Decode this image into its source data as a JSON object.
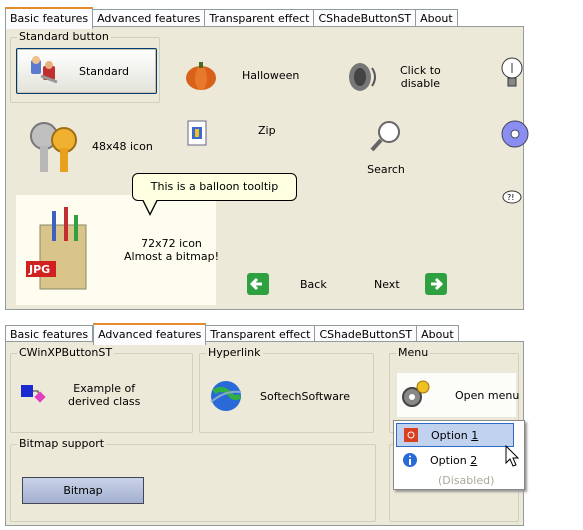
{
  "tabs1": [
    "Basic features",
    "Advanced features",
    "Transparent effect",
    "CShadeButtonST",
    "About"
  ],
  "tabs2": [
    "Basic features",
    "Advanced features",
    "Transparent effect",
    "CShadeButtonST",
    "About"
  ],
  "p1": {
    "group": "Standard button",
    "standard": "Standard",
    "halloween": "Halloween",
    "click1": "Click to",
    "click2": "disable",
    "icon48": "48x48 icon",
    "zip": "Zip",
    "search": "Search",
    "tooltip": "This is a balloon tooltip",
    "icon72a": "72x72 icon",
    "icon72b": "Almost a bitmap!",
    "back": "Back",
    "next": "Next",
    "jpg": "JPG"
  },
  "p2": {
    "g1": "CWinXPButtonST",
    "g2": "Hyperlink",
    "g3": "Menu",
    "g4": "Bitmap support",
    "ex1": "Example of",
    "ex2": "derived class",
    "softech": "SoftechSoftware",
    "openmenu": "Open menu",
    "bitmap": "Bitmap",
    "menu": [
      {
        "pre": "Option ",
        "key": "1"
      },
      {
        "pre": "Option ",
        "key": "2"
      }
    ],
    "disabled": "(Disabled)"
  }
}
